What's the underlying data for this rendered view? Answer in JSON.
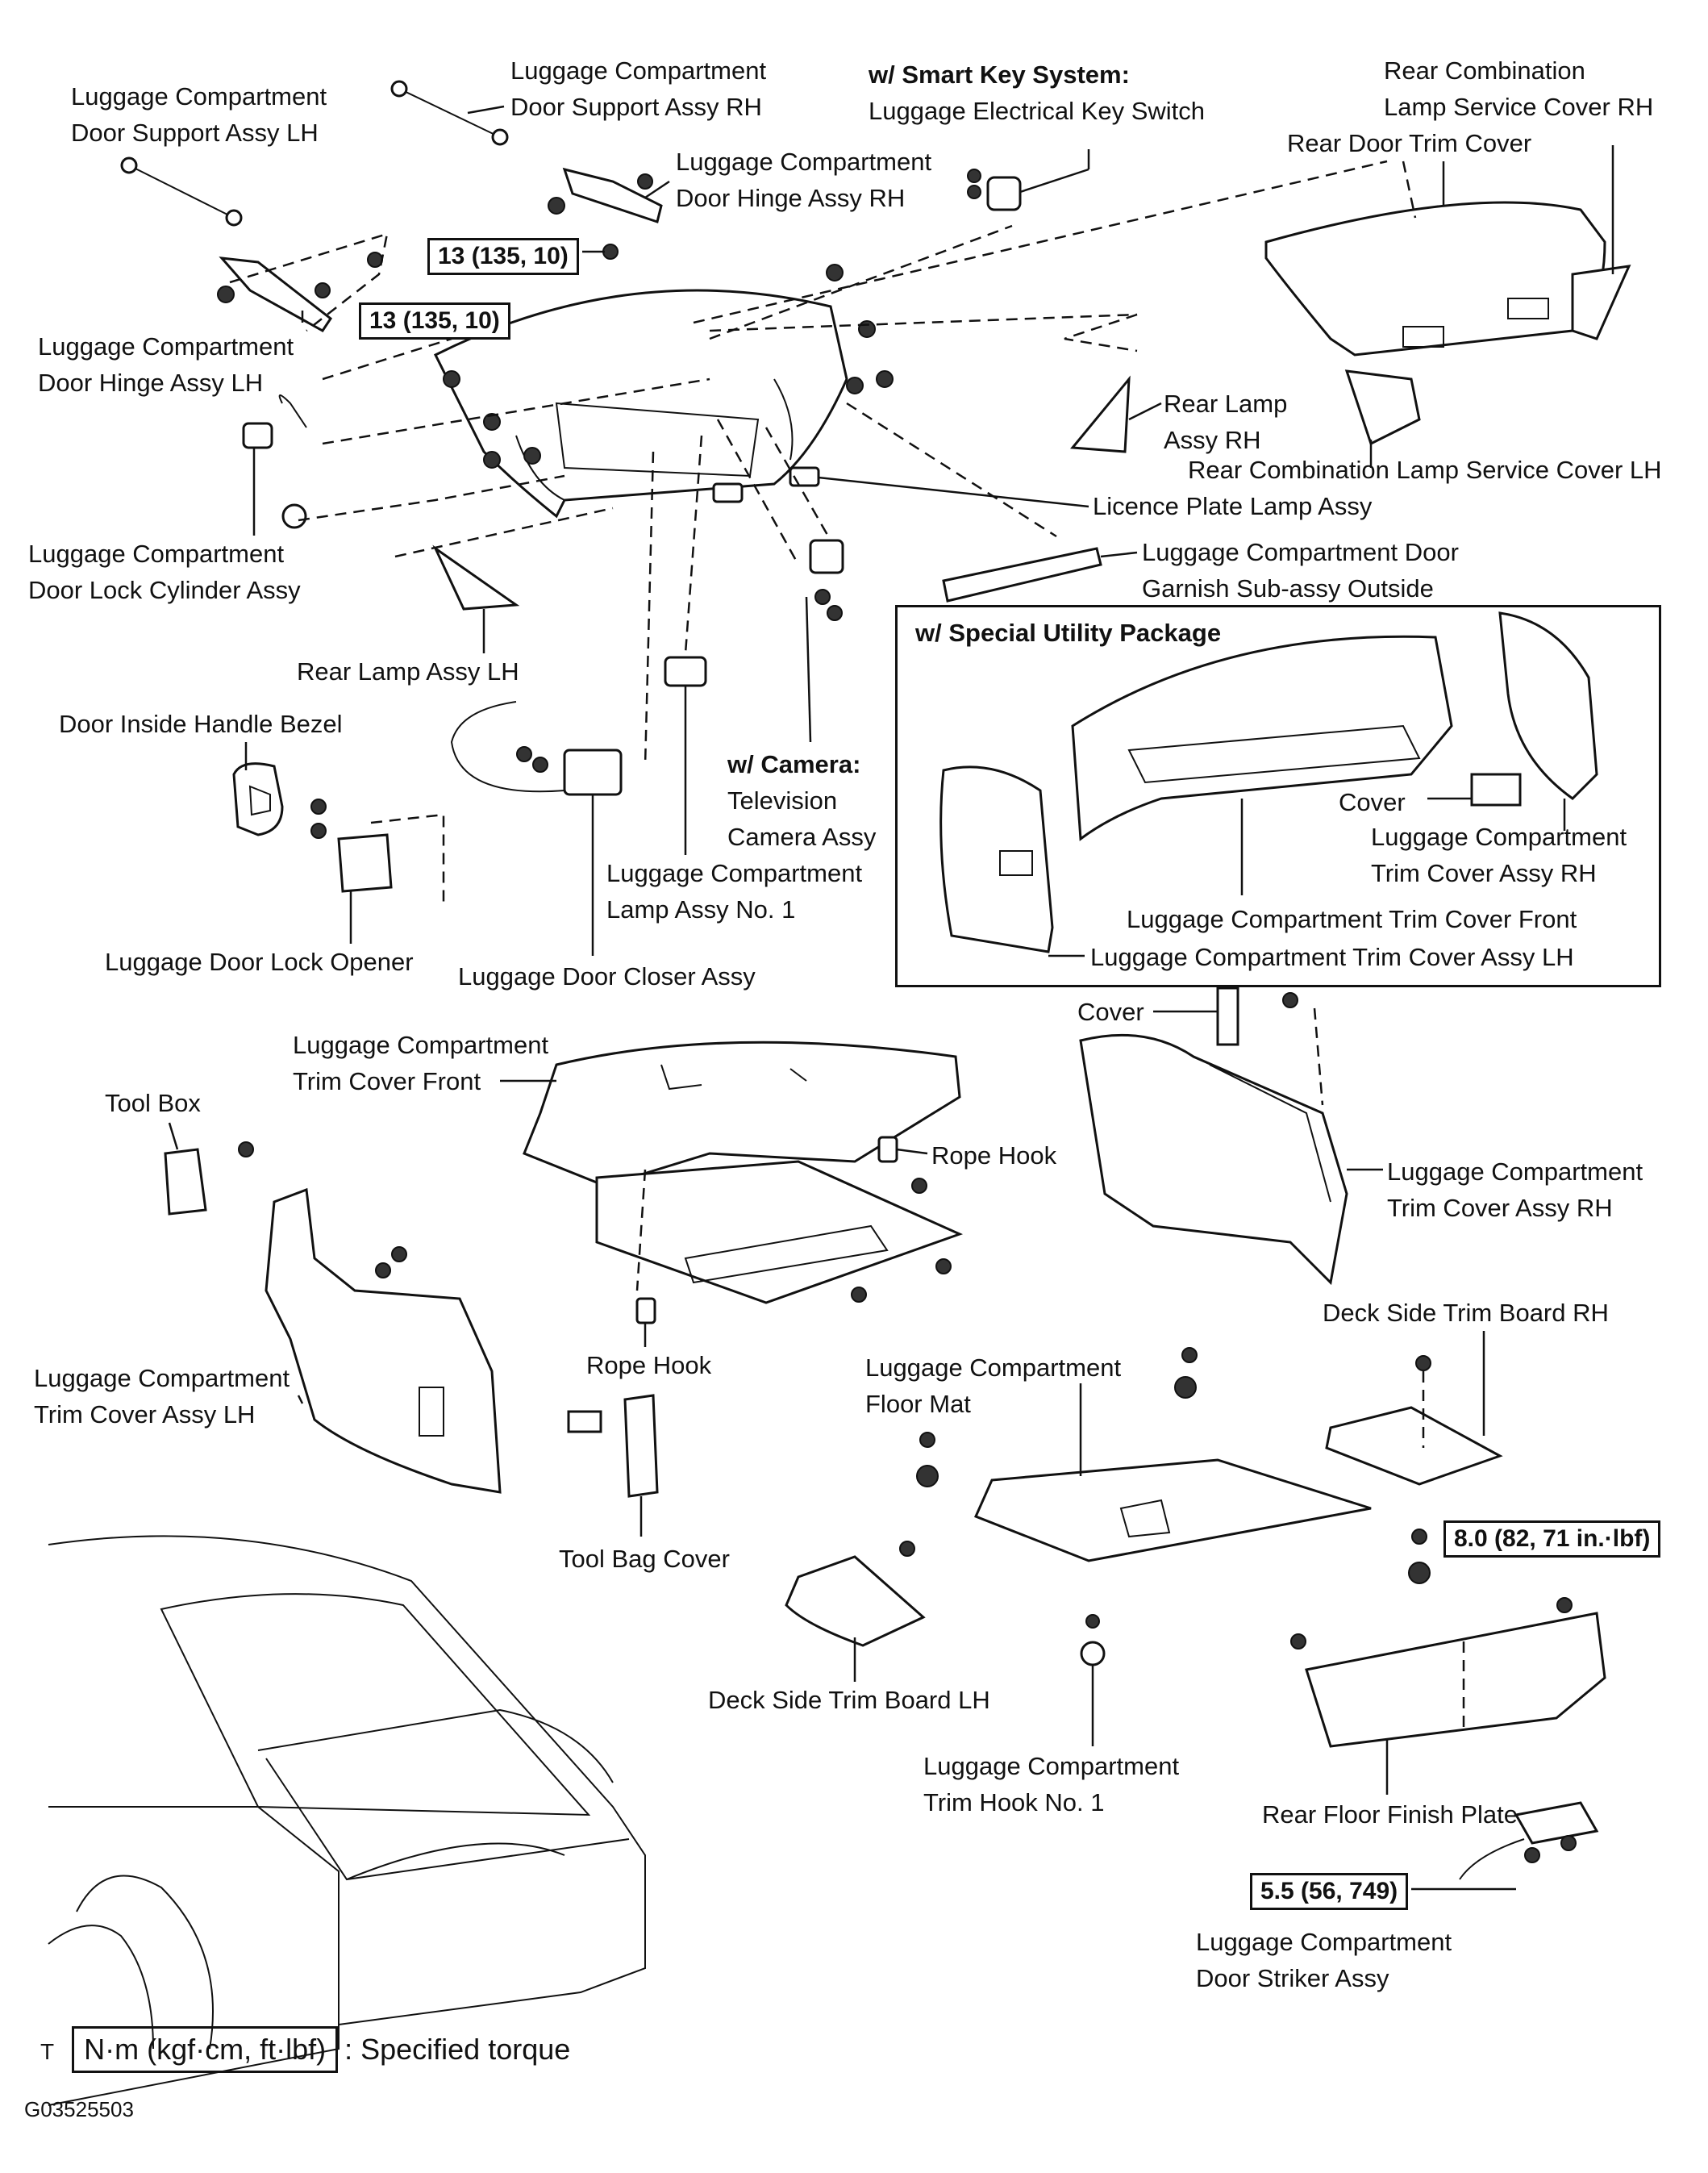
{
  "labels": {
    "door_support_lh": [
      "Luggage Compartment",
      "Door Support Assy LH"
    ],
    "door_support_rh": [
      "Luggage Compartment",
      "Door Support Assy RH"
    ],
    "smart_key_title": "w/ Smart Key System:",
    "smart_key_part": "Luggage Electrical Key Switch",
    "lamp_service_cover_rh": [
      "Rear Combination",
      "Lamp Service Cover RH"
    ],
    "rear_door_trim_cover": "Rear Door Trim Cover",
    "door_hinge_rh": [
      "Luggage Compartment",
      "Door Hinge Assy RH"
    ],
    "door_hinge_lh": [
      "Luggage Compartment",
      "Door Hinge Assy LH"
    ],
    "rear_lamp_rh": [
      "Rear Lamp",
      "Assy RH"
    ],
    "lamp_service_cover_lh": "Rear Combination Lamp Service Cover LH",
    "licence_plate_lamp": "Licence Plate Lamp Assy",
    "door_lock_cylinder": [
      "Luggage Compartment",
      "Door Lock Cylinder Assy"
    ],
    "door_garnish": [
      "Luggage Compartment Door",
      "Garnish Sub-assy Outside"
    ],
    "rear_lamp_lh": "Rear Lamp Assy LH",
    "special_utility_title": "w/ Special Utility Package",
    "door_inside_handle_bezel": "Door Inside Handle Bezel",
    "camera_title": "w/ Camera:",
    "camera_part": [
      "Television",
      "Camera Assy"
    ],
    "cover_a": "Cover",
    "trim_cover_rh_a": [
      "Luggage Compartment",
      "Trim Cover Assy RH"
    ],
    "lamp_no1": [
      "Luggage Compartment",
      "Lamp Assy No. 1"
    ],
    "trim_cover_front_a": "Luggage Compartment Trim Cover Front",
    "trim_cover_lh_a": "Luggage Compartment Trim Cover Assy LH",
    "door_lock_opener": "Luggage Door Lock Opener",
    "door_closer": "Luggage Door Closer Assy",
    "trim_cover_front_b": [
      "Luggage Compartment",
      "Trim Cover Front"
    ],
    "cover_b": "Cover",
    "tool_box": "Tool Box",
    "rope_hook_a": "Rope Hook",
    "trim_cover_rh_b": [
      "Luggage Compartment",
      "Trim Cover Assy RH"
    ],
    "deck_side_rh": "Deck Side Trim Board RH",
    "rope_hook_b": "Rope Hook",
    "floor_mat": [
      "Luggage Compartment",
      "Floor Mat"
    ],
    "trim_cover_lh_b": [
      "Luggage Compartment",
      "Trim Cover Assy LH"
    ],
    "tool_bag_cover": "Tool Bag Cover",
    "deck_side_lh": "Deck Side Trim Board LH",
    "trim_hook_no1": [
      "Luggage Compartment",
      "Trim Hook No. 1"
    ],
    "rear_floor_finish": "Rear Floor Finish Plate",
    "door_striker": [
      "Luggage Compartment",
      "Door Striker Assy"
    ]
  },
  "torques": {
    "hinge_rh": "13 (135, 10)",
    "hinge_lh": "13 (135, 10)",
    "finish_plate": "8.0 (82, 71 in.·lbf)",
    "striker": "5.5 (56, 749)"
  },
  "legend": {
    "prefix": "T",
    "unit": "N·m (kgf·cm, ft·lbf)",
    "text": ": Specified torque"
  },
  "figure_code": "G03525503"
}
